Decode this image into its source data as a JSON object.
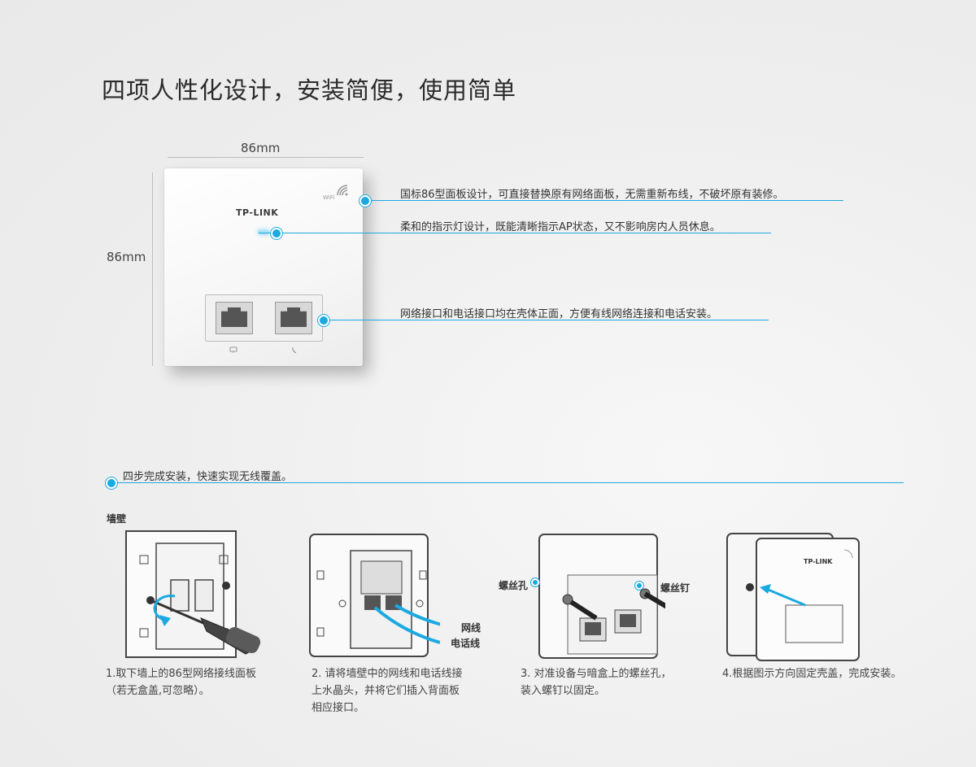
{
  "title": "四项人性化设计，安装简便，使用简单",
  "dimensions": {
    "width_label": "86mm",
    "height_label": "86mm"
  },
  "panel": {
    "brand": "TP-LINK",
    "wifi_label": "WiFi"
  },
  "features": [
    "国标86型面板设计，可直接替换原有网络面板，无需重新布线，不破坏原有装修。",
    "柔和的指示灯设计，既能清晰指示AP状态，又不影响房内人员休息。",
    "网络接口和电话接口均在壳体正面，方便有线网络连接和电话安装。"
  ],
  "install": {
    "heading": "四步完成安装，快速实现无线覆盖。",
    "wall_label": "墙壁",
    "cable_labels": {
      "network": "网线",
      "phone": "电话线"
    },
    "screw_labels": {
      "hole": "螺丝孔",
      "screw": "螺丝钉"
    },
    "device_brand": "TP-LINK",
    "steps": [
      {
        "line1": "1.取下墙上的86型网络接线面板",
        "line2": "（若无盒盖,可忽略）。",
        "line3": ""
      },
      {
        "line1": "2. 请将墙壁中的网线和电话线接",
        "line2": "上水晶头，并将它们插入背面板",
        "line3": "相应接口。"
      },
      {
        "line1": "3. 对准设备与暗盒上的螺丝孔，",
        "line2": "装入螺钉以固定。",
        "line3": ""
      },
      {
        "line1": "4.根据图示方向固定壳盖，完成安装。",
        "line2": "",
        "line3": ""
      }
    ]
  },
  "colors": {
    "accent": "#1ba9e1",
    "text": "#333333"
  }
}
